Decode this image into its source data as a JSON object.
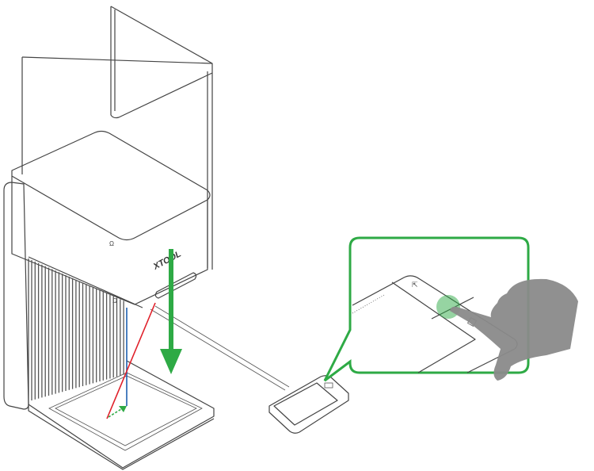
{
  "figure": {
    "logo_text": "XTOOL",
    "colors": {
      "accent_green": "#2eaa45",
      "laser_red": "#e0202a",
      "axis_blue": "#2060b0",
      "hand_gray": "#8a8a8a"
    },
    "icons": [
      "machine-illustration",
      "down-arrow",
      "control-panel",
      "callout-zoom",
      "finger-press-icon"
    ]
  }
}
